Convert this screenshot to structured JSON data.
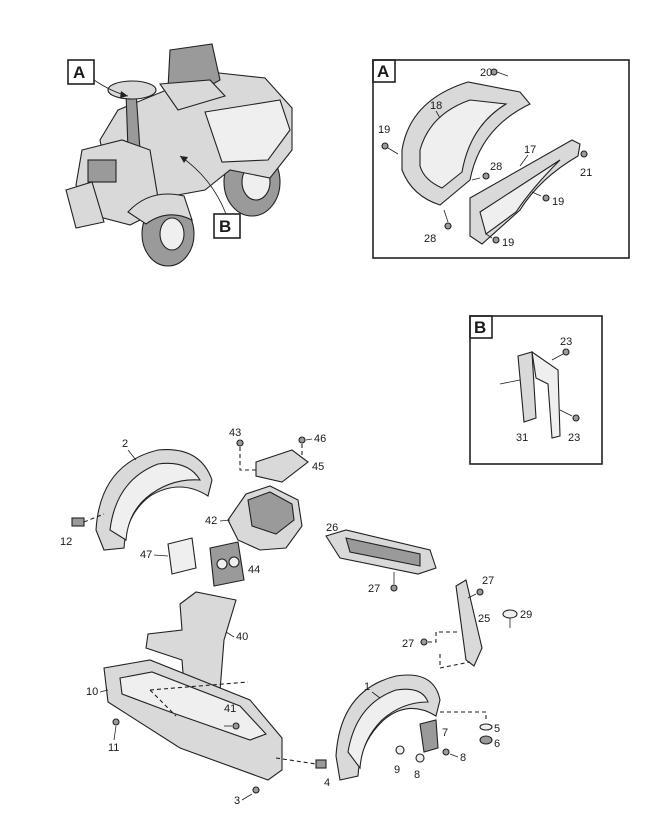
{
  "detail_labels": {
    "a": "A",
    "b": "B"
  },
  "callouts": {
    "p1": "1",
    "p2": "2",
    "p3": "3",
    "p4": "4",
    "p5": "5",
    "p6": "6",
    "p7": "7",
    "p8a": "8",
    "p8b": "8",
    "p9": "9",
    "p10": "10",
    "p11": "11",
    "p12": "12",
    "p17": "17",
    "p18": "18",
    "p19a": "19",
    "p19b": "19",
    "p19c": "19",
    "p20": "20",
    "p21": "21",
    "p23a": "23",
    "p23b": "23",
    "p25": "25",
    "p26": "26",
    "p27a": "27",
    "p27b": "27",
    "p27c": "27",
    "p28a": "28",
    "p28b": "28",
    "p29": "29",
    "p31": "31",
    "p40": "40",
    "p41": "41",
    "p42": "42",
    "p43": "43",
    "p44": "44",
    "p45": "45",
    "p46": "46",
    "p47": "47"
  }
}
